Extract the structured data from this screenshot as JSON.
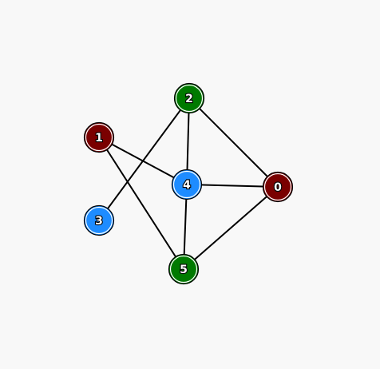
{
  "graph": {
    "nodes": [
      {
        "id": "0",
        "label": "0",
        "color": "#7a0000"
      },
      {
        "id": "1",
        "label": "1",
        "color": "#7a0000"
      },
      {
        "id": "2",
        "label": "2",
        "color": "#007a00"
      },
      {
        "id": "3",
        "label": "3",
        "color": "#1e8cff"
      },
      {
        "id": "4",
        "label": "4",
        "color": "#1e8cff"
      },
      {
        "id": "5",
        "label": "5",
        "color": "#007a00"
      }
    ],
    "edges": [
      [
        "2",
        "4"
      ],
      [
        "2",
        "0"
      ],
      [
        "2",
        "3"
      ],
      [
        "1",
        "4"
      ],
      [
        "1",
        "5"
      ],
      [
        "4",
        "0"
      ],
      [
        "4",
        "5"
      ],
      [
        "0",
        "5"
      ]
    ]
  }
}
